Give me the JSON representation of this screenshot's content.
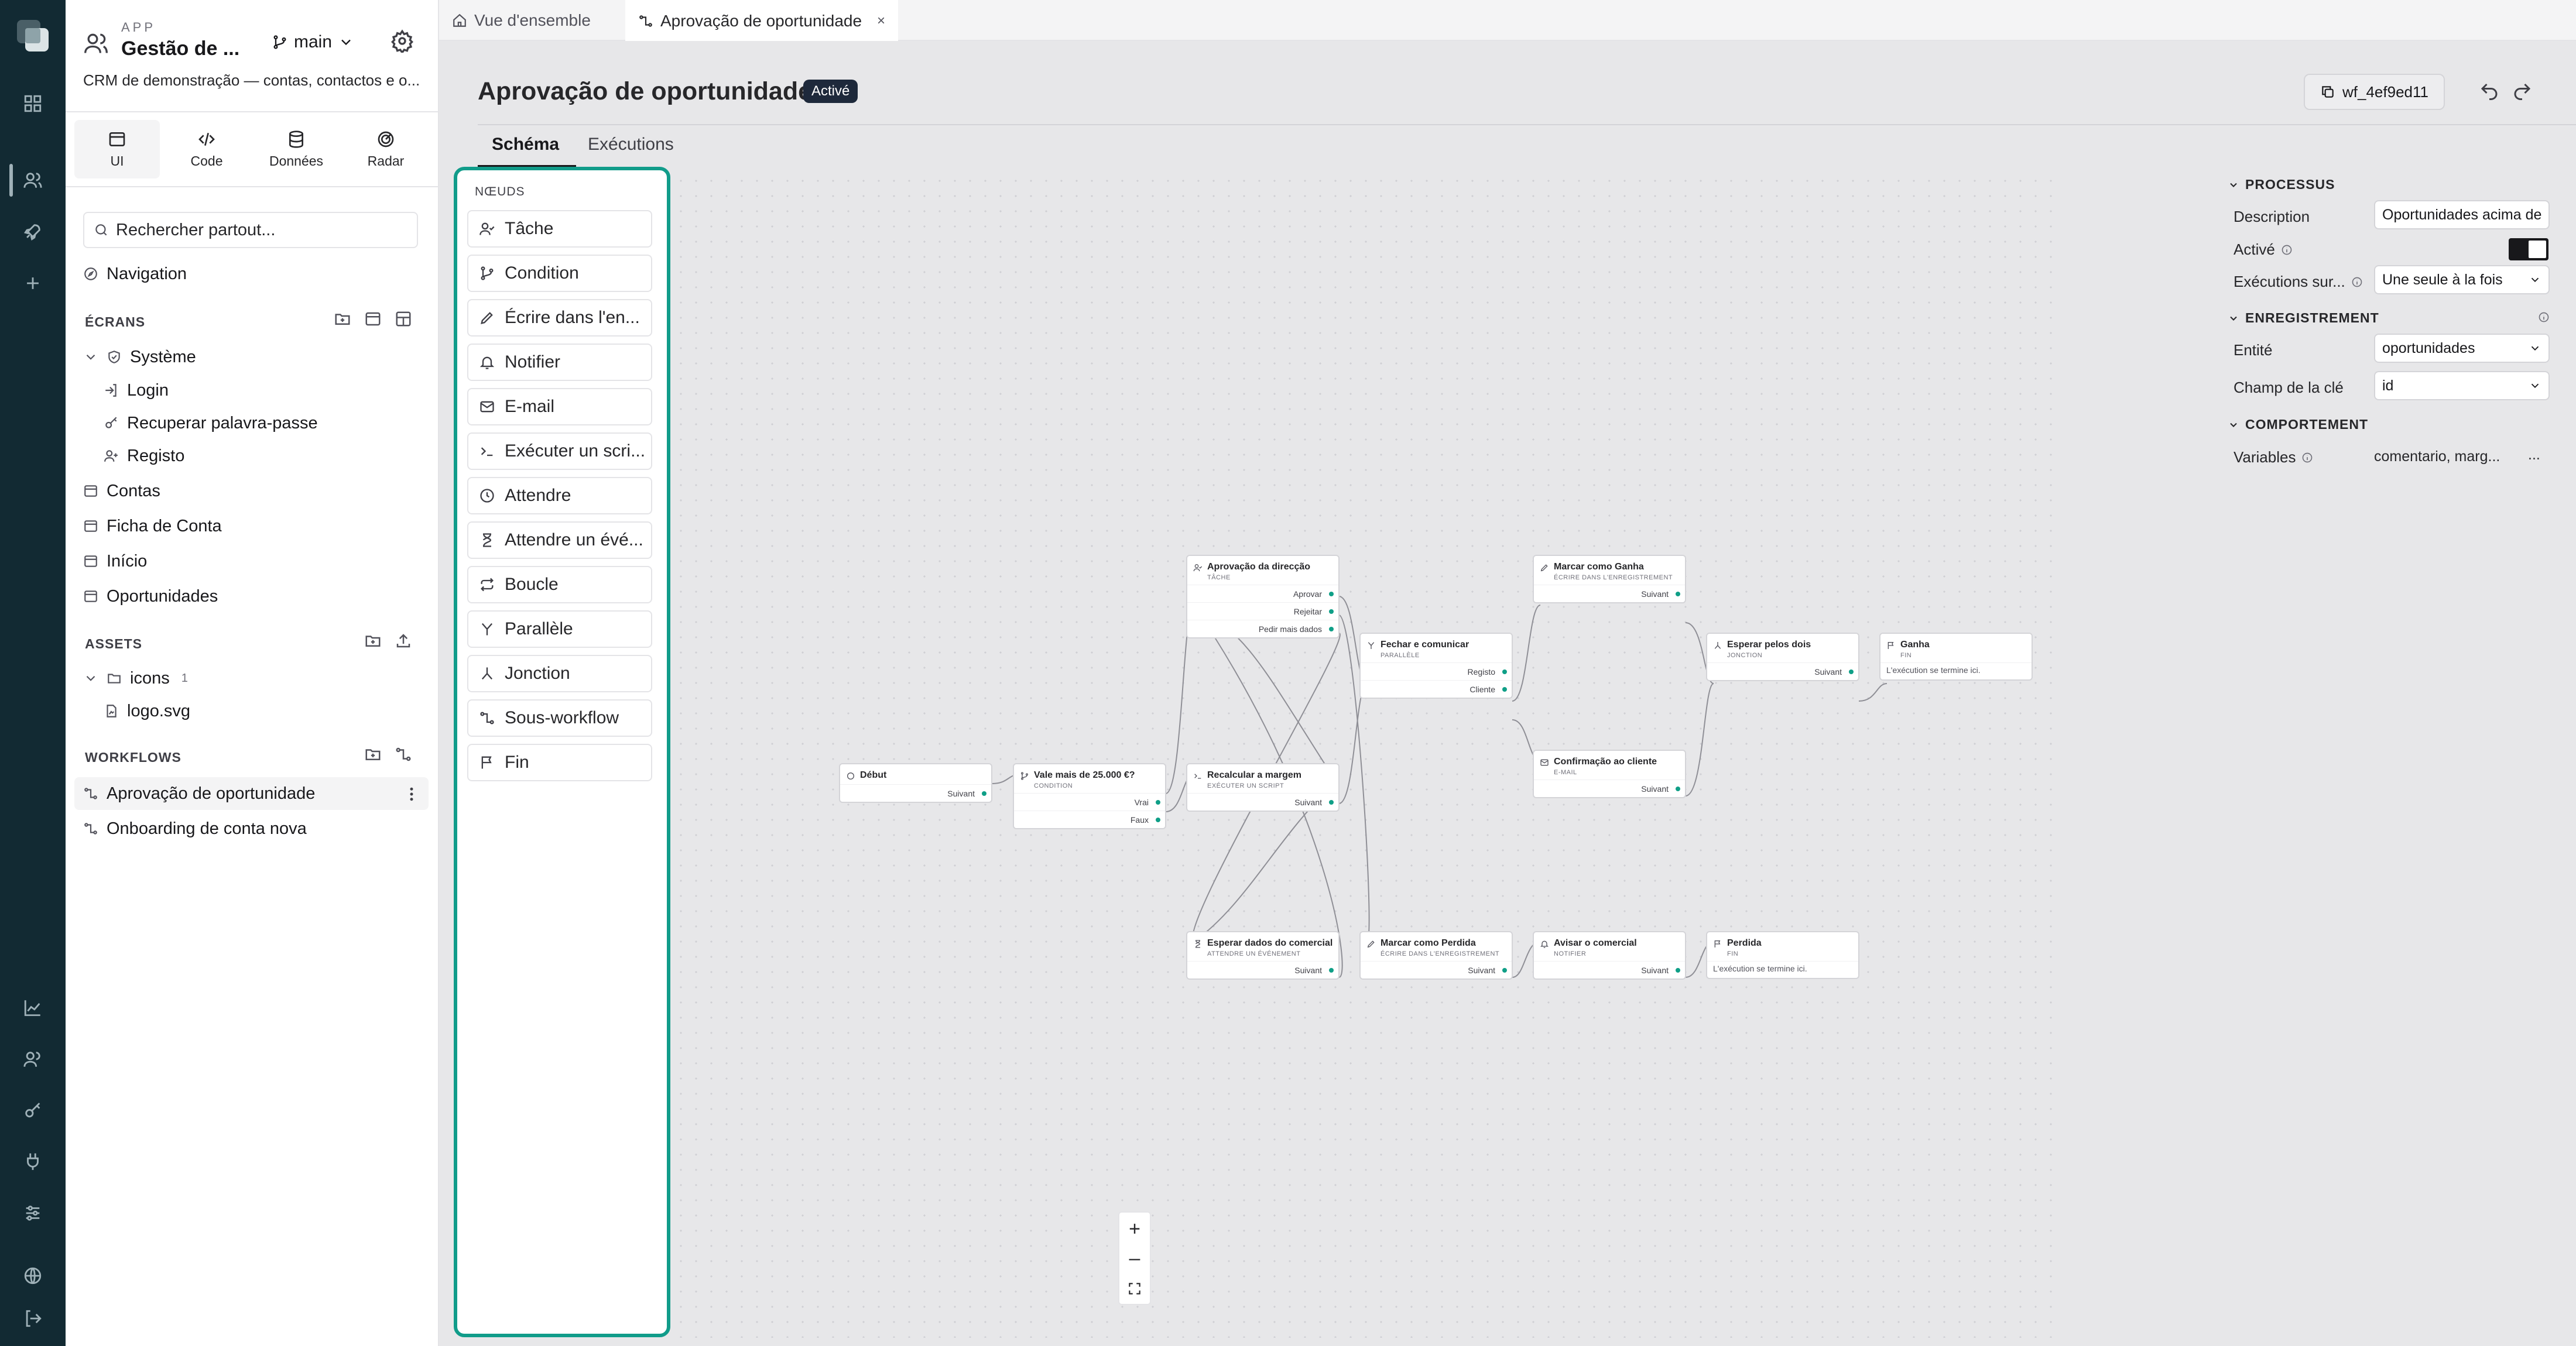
{
  "rail": {
    "top_icons": [
      "layout-grid-icon",
      "users-icon",
      "rocket-icon",
      "plus-icon"
    ],
    "bottom_icons": [
      "chart-icon",
      "users-icon",
      "key-icon",
      "plug-icon",
      "sliders-icon",
      "globe-icon",
      "logout-icon"
    ]
  },
  "app": {
    "kicker": "APP",
    "name": "Gestão de ...",
    "branch": "main",
    "description": "CRM de demonstração — contas, contactos e o..."
  },
  "modes": [
    {
      "label": "UI"
    },
    {
      "label": "Code"
    },
    {
      "label": "Données"
    },
    {
      "label": "Radar"
    }
  ],
  "search": {
    "placeholder": "Rechercher partout..."
  },
  "navigation_label": "Navigation",
  "screens": {
    "title": "ÉCRANS",
    "system": "Système",
    "system_children": [
      "Login",
      "Recuperar palavra-passe",
      "Registo"
    ],
    "items": [
      "Contas",
      "Ficha de Conta",
      "Início",
      "Oportunidades"
    ]
  },
  "assets": {
    "title": "ASSETS",
    "folder": "icons",
    "folder_count": "1",
    "file": "logo.svg"
  },
  "workflows": {
    "title": "WORKFLOWS",
    "items": [
      "Aprovação de oportunidade",
      "Onboarding de conta nova"
    ]
  },
  "tabs": [
    {
      "label": "Vue d'ensemble"
    },
    {
      "label": "Aprovação de oportunidade",
      "close": "×"
    }
  ],
  "header": {
    "title": "Aprovação de oportunidade",
    "status": "Activé",
    "id": "wf_4ef9ed11"
  },
  "subtabs": [
    "Schéma",
    "Exécutions"
  ],
  "palette": {
    "title": "NŒUDS",
    "items": [
      "Tâche",
      "Condition",
      "Écrire dans l'en...",
      "Notifier",
      "E-mail",
      "Exécuter un scri...",
      "Attendre",
      "Attendre un évé...",
      "Boucle",
      "Parallèle",
      "Jonction",
      "Sous-workflow",
      "Fin"
    ]
  },
  "flow": {
    "start": {
      "title": "Début",
      "port": "Suivant"
    },
    "cond": {
      "title": "Vale mais de 25.000 €?",
      "sub": "CONDITION",
      "ports": [
        "Vrai",
        "Faux"
      ]
    },
    "approval": {
      "title": "Aprovação da direcção",
      "sub": "TÂCHE",
      "ports": [
        "Aprovar",
        "Rejeitar",
        "Pedir mais dados"
      ]
    },
    "recalc": {
      "title": "Recalcular a margem",
      "sub": "EXÉCUTER UN SCRIPT",
      "port": "Suivant"
    },
    "wait": {
      "title": "Esperar dados do comercial",
      "sub": "ATTENDRE UN ÉVÉNEMENT",
      "port": "Suivant"
    },
    "fechar": {
      "title": "Fechar e comunicar",
      "sub": "PARALLÈLE",
      "ports": [
        "Registo",
        "Cliente"
      ]
    },
    "lost": {
      "title": "Marcar como Perdida",
      "sub": "ÉCRIRE DANS L'ENREGISTREMENT",
      "port": "Suivant"
    },
    "won": {
      "title": "Marcar como Ganha",
      "sub": "ÉCRIRE DANS L'ENREGISTREMENT",
      "port": "Suivant"
    },
    "confirm": {
      "title": "Confirmação ao cliente",
      "sub": "E-MAIL",
      "port": "Suivant"
    },
    "avisar": {
      "title": "Avisar o comercial",
      "sub": "NOTIFIER",
      "port": "Suivant"
    },
    "esperar": {
      "title": "Esperar pelos dois",
      "sub": "JONCTION",
      "port": "Suivant"
    },
    "ganha": {
      "title": "Ganha",
      "sub": "FIN",
      "note": "L'exécution se termine ici."
    },
    "perdida": {
      "title": "Perdida",
      "sub": "FIN",
      "note": "L'exécution se termine ici."
    }
  },
  "zoom": {
    "in": "+",
    "out": "–"
  },
  "props": {
    "processus": {
      "title": "PROCESSUS",
      "description_label": "Description",
      "description_value": "Oportunidades acima de",
      "active_label": "Activé",
      "active_value": true,
      "runs_label": "Exécutions sur...",
      "runs_value": "Une seule à la fois"
    },
    "enregistrement": {
      "title": "ENREGISTREMENT",
      "entity_label": "Entité",
      "entity_value": "oportunidades",
      "key_label": "Champ de la clé",
      "key_value": "id"
    },
    "comportement": {
      "title": "COMPORTEMENT",
      "variables_label": "Variables",
      "variables_value": "comentario, marg...",
      "more": "..."
    }
  },
  "colors": {
    "rail": "#122a33",
    "accent": "#119c8a",
    "port": "#0f9f87",
    "badge": "#1e293b"
  }
}
